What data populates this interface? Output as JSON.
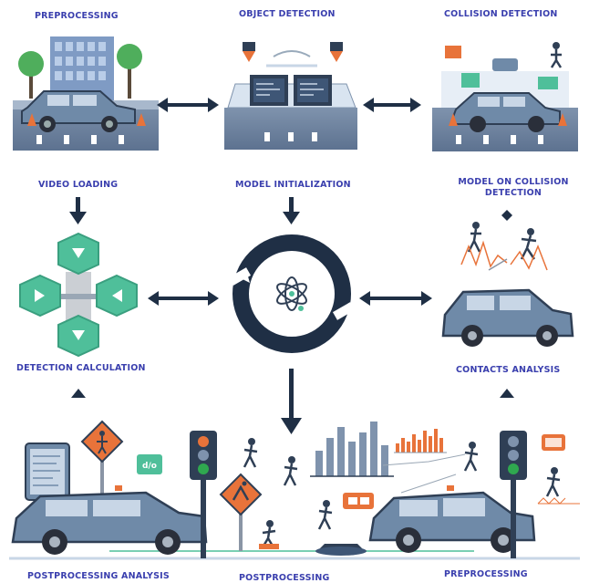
{
  "labels": {
    "preprocessing_top": "PREPROCESSING",
    "object_detection": "OBJECT DETECTION",
    "collision_detection": "COLLISION DETECTION",
    "video_loading": "VIDEO LOADING",
    "model_initialization": "MODEL INITIALIZATION",
    "model_on_collision_detection": "MODEL ON COLLISION DETECTION",
    "detection_calculation": "DETECTION CALCULATION",
    "contacts_analysis": "CONTACTS ANALYSIS",
    "postprocessing_analysis": "POSTPROCESSING ANALYSIS",
    "postprocessing": "POSTPROCESSING",
    "preprocessing_bottom": "PREPROCESSING"
  },
  "colors": {
    "label_blue": "#3a3fae",
    "arrow_navy": "#1f2f45",
    "teal": "#4fbf9a",
    "car_blue": "#6f8aa8",
    "traffic_green": "#2fa84f",
    "warning_orange": "#e8733a"
  }
}
